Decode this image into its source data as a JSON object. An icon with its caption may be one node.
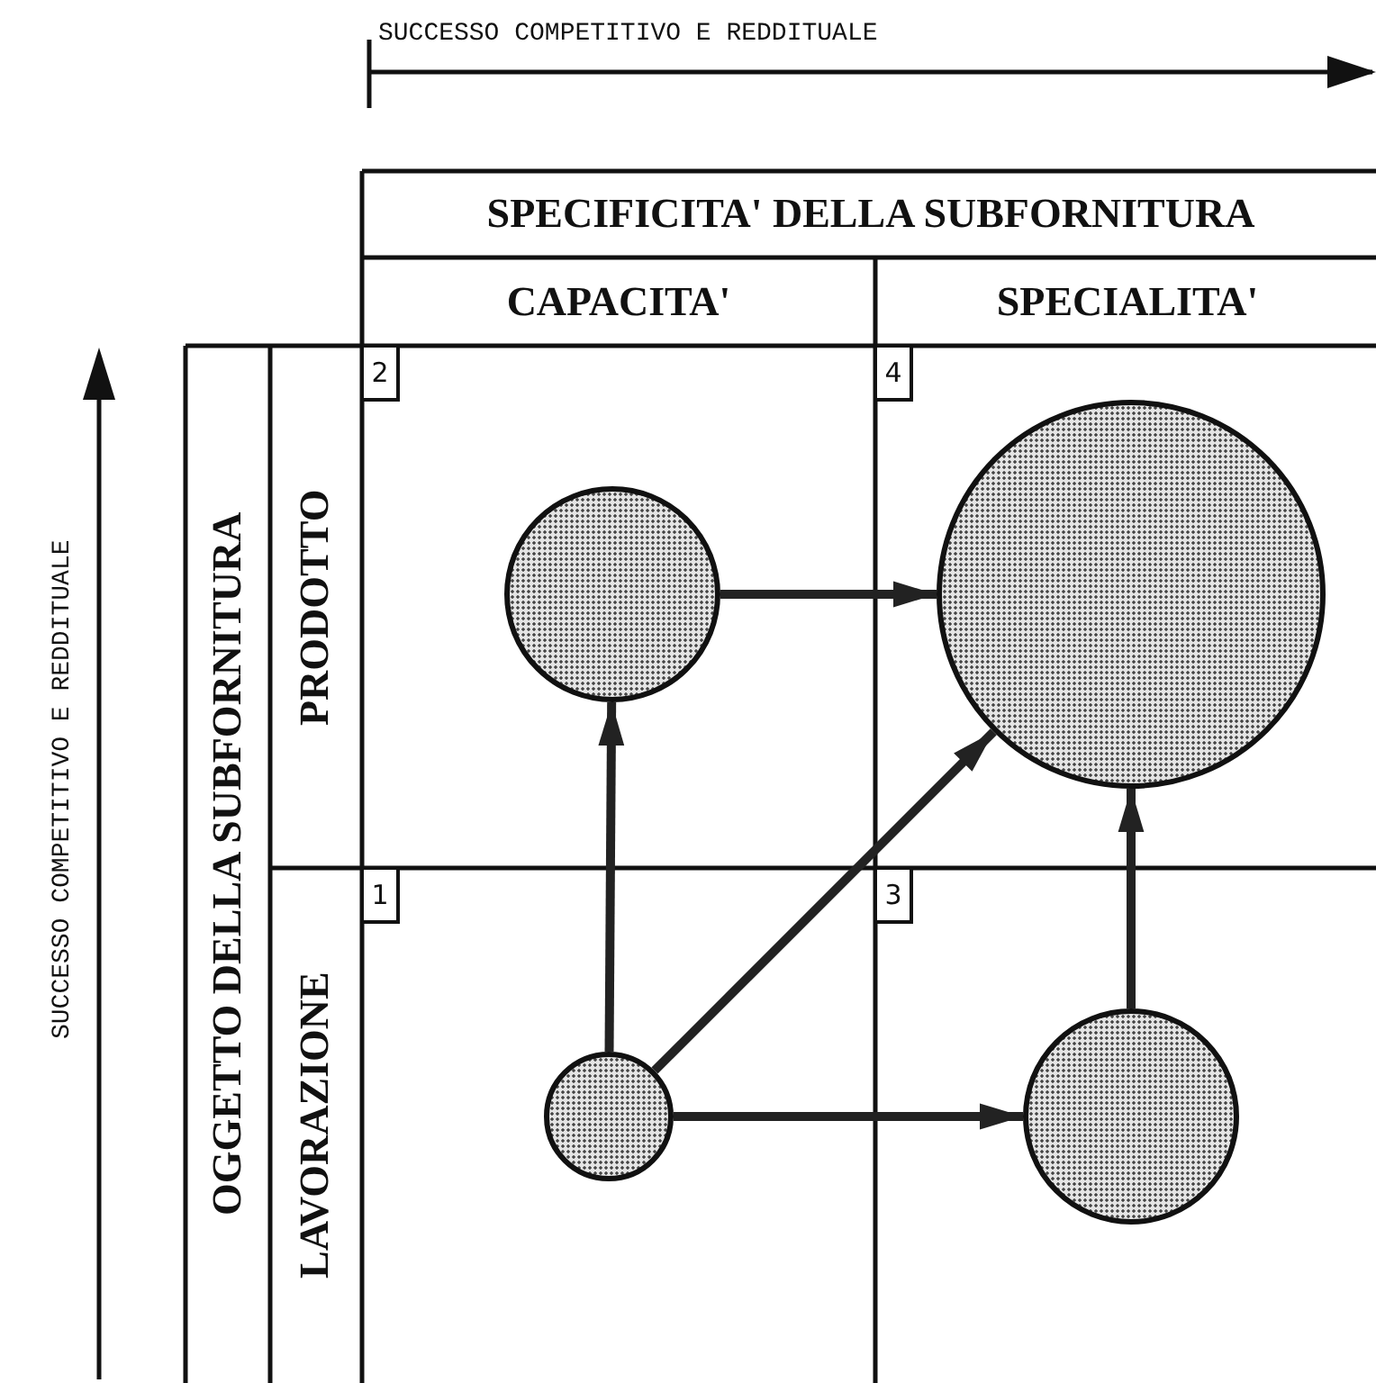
{
  "diagram": {
    "nodes": [
      {
        "text": [],
        "shape": "circle"
      },
      {
        "text": [],
        "shape": "circle"
      },
      {
        "text": [],
        "shape": "circle"
      },
      {
        "text": [],
        "shape": "circle"
      }
    ],
    "edges": [
      {
        "from": 2,
        "to": 0,
        "arrow": "to"
      },
      {
        "from": 0,
        "to": 1,
        "arrow": "to"
      },
      {
        "from": 2,
        "to": 1,
        "arrow": "to"
      },
      {
        "from": 2,
        "to": 3,
        "arrow": "to"
      },
      {
        "from": 3,
        "to": 1,
        "arrow": "to"
      }
    ],
    "labels": [
      "SUCCESSO COMPETITIVO E REDDITUALE",
      "SPECIFICITA' DELLA SUBFORNITURA",
      "CAPACITA'",
      "SPECIALITA'",
      "SUCCESSO COMPETITIVO E REDDITUALE",
      "OGGETTO DELLA SUBFORNITURA",
      "PRODOTTO",
      "2",
      "4",
      "LAVORAZIONE",
      "1",
      "3"
    ]
  }
}
